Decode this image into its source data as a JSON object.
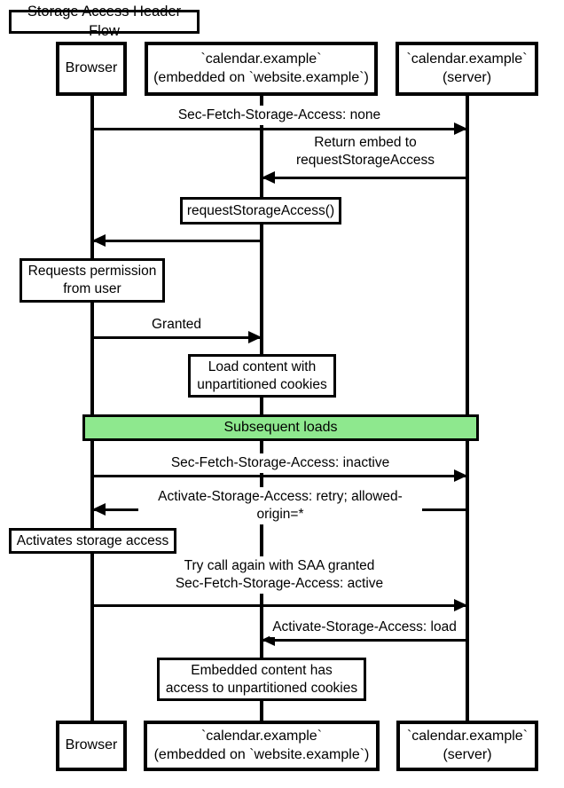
{
  "diagram_title": "Storage Access Header Flow",
  "colors": {
    "line": "#000000",
    "divider_fill": "#8ee88e",
    "label_background": "#ffffff"
  },
  "participants": {
    "browser": {
      "label": "Browser"
    },
    "embed": {
      "label": "`calendar.example`\n(embedded on `website.example`)"
    },
    "server": {
      "label": "`calendar.example`\n(server)"
    }
  },
  "messages": {
    "m1": {
      "text": "Sec-Fetch-Storage-Access: none",
      "from": "browser",
      "to": "server"
    },
    "m2": {
      "text": "Return embed to\nrequestStorageAccess",
      "from": "server",
      "to": "embed"
    },
    "m3": {
      "text": "requestStorageAccess()",
      "from": "embed",
      "to": "browser"
    },
    "m4": {
      "text": "Granted",
      "from": "browser",
      "to": "embed"
    },
    "m5": {
      "text": "Sec-Fetch-Storage-Access: inactive",
      "from": "browser",
      "to": "server"
    },
    "m6": {
      "text": "Activate-Storage-Access: retry; allowed-origin=*",
      "from": "server",
      "to": "browser"
    },
    "m7": {
      "text": "Try call again with SAA granted\nSec-Fetch-Storage-Access: active",
      "from": "browser",
      "to": "server"
    },
    "m8": {
      "text": "Activate-Storage-Access: load",
      "from": "server",
      "to": "embed"
    }
  },
  "notes": {
    "requests_permission": "Requests permission\nfrom user",
    "load_content": "Load content with\nunpartitioned cookies",
    "activates_storage": "Activates storage access",
    "embedded_content": "Embedded content has\naccess to unpartitioned cookies"
  },
  "divider": {
    "label": "Subsequent loads"
  }
}
